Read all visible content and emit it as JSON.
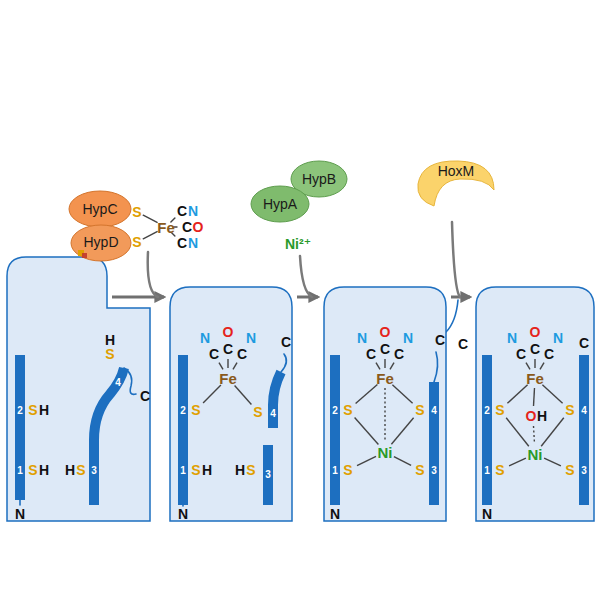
{
  "diagram": {
    "nodes": [
      {
        "text": [
          "2",
          "S",
          "H",
          "1",
          "S",
          "H",
          "H",
          "S",
          "4",
          "H",
          "S",
          "3",
          "C",
          "N"
        ]
      },
      {
        "text": [
          "HypC"
        ]
      },
      {
        "text": [
          "HypD"
        ]
      },
      {
        "text": [
          "2",
          "S",
          "Fe",
          "C",
          "N",
          "C",
          "O",
          "C",
          "N",
          "S",
          "4",
          "1",
          "S",
          "H",
          "H",
          "S",
          "3",
          "C",
          "N"
        ]
      },
      {
        "text": [
          "HypB"
        ]
      },
      {
        "text": [
          "HypA"
        ]
      },
      {
        "text": [
          "2",
          "S",
          "Fe",
          "C",
          "N",
          "C",
          "O",
          "C",
          "N",
          "S",
          "4",
          "Ni",
          "1",
          "S",
          "S",
          "3",
          "C",
          "N"
        ]
      },
      {
        "text": [
          "HoxM"
        ]
      },
      {
        "text": [
          "2",
          "S",
          "Fe",
          "C",
          "N",
          "C",
          "O",
          "C",
          "N",
          "O",
          "H",
          "S",
          "4",
          "Ni",
          "1",
          "S",
          "S",
          "3",
          "C",
          "N"
        ]
      }
    ],
    "edges": [
      {
        "from": 0,
        "to": 3,
        "arrow": "to"
      },
      {
        "from": 3,
        "to": 6,
        "arrow": "to"
      },
      {
        "from": 6,
        "to": 8,
        "arrow": "to"
      }
    ],
    "labels": [
      "S",
      "S",
      "Fe",
      "C",
      "N",
      "C",
      "O",
      "C",
      "N",
      "Ni²⁺",
      "C"
    ]
  }
}
